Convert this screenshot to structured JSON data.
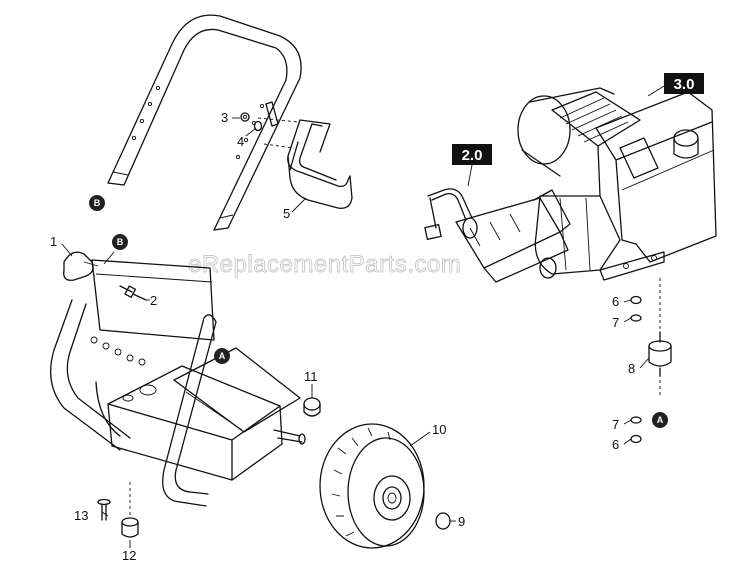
{
  "watermark": "eReplacementParts.com",
  "callouts": {
    "c1": "1",
    "c2": "2",
    "c3": "3",
    "c4": "4",
    "c5": "5",
    "c6a": "6",
    "c7a": "7",
    "c8": "8",
    "c7b": "7",
    "c6b": "6",
    "c9": "9",
    "c10": "10",
    "c11": "11",
    "c12": "12",
    "c13": "13"
  },
  "refs": {
    "b_upper": "B",
    "b_lower": "B",
    "a_frame": "A",
    "a_mount": "A"
  },
  "badges": {
    "pump": "2.0",
    "engine": "3.0"
  }
}
